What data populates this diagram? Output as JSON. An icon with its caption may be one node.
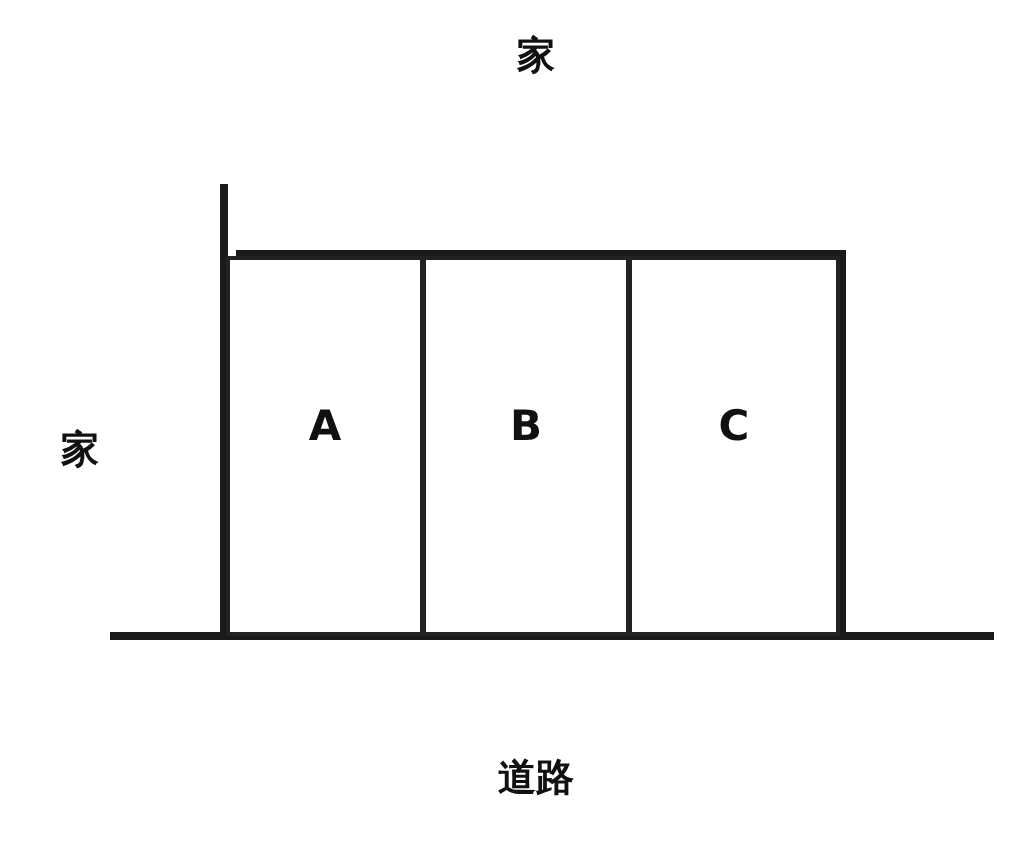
{
  "diagram": {
    "nodes": [
      {
        "text": [
          "A"
        ]
      },
      {
        "text": [
          "B"
        ]
      },
      {
        "text": [
          "C"
        ]
      }
    ],
    "labels": [
      "家",
      "家",
      "道路"
    ]
  }
}
